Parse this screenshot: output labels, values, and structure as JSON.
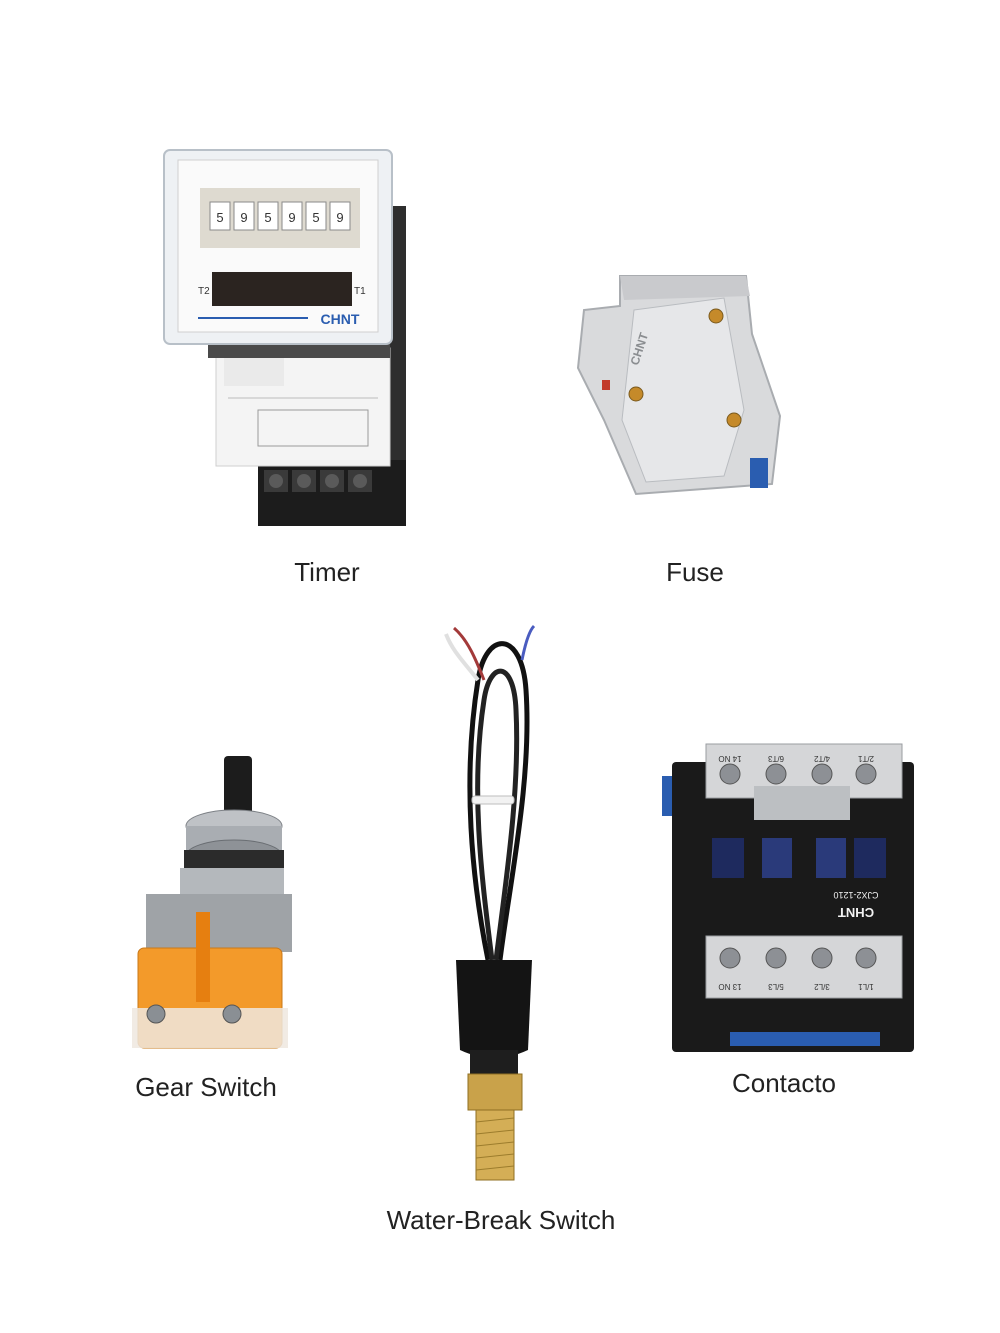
{
  "components": [
    {
      "id": "timer",
      "label": "Timer",
      "brand_text": "CHNT",
      "terminal_labels": [
        "T2",
        "T1"
      ],
      "dial_digits": [
        "5",
        "9",
        "5",
        "9",
        "5",
        "9"
      ]
    },
    {
      "id": "fuse",
      "label": "Fuse",
      "brand_text": "CHNT"
    },
    {
      "id": "gear_switch",
      "label": "Gear Switch"
    },
    {
      "id": "water_break_switch",
      "label": "Water-Break Switch"
    },
    {
      "id": "contactor",
      "label": "Contacto",
      "brand_text": "CHNT",
      "model_text": "CJX2-1210",
      "top_terminals": [
        "14 NO",
        "6/T3",
        "4/T2",
        "2/T1"
      ],
      "bottom_terminals": [
        "13 NO",
        "5/L3",
        "3/L2",
        "1/L1"
      ]
    }
  ],
  "colors": {
    "background": "#ffffff",
    "chnt_blue": "#2a5db0",
    "switch_orange": "#f39a2a",
    "brass": "#c9a24a"
  }
}
